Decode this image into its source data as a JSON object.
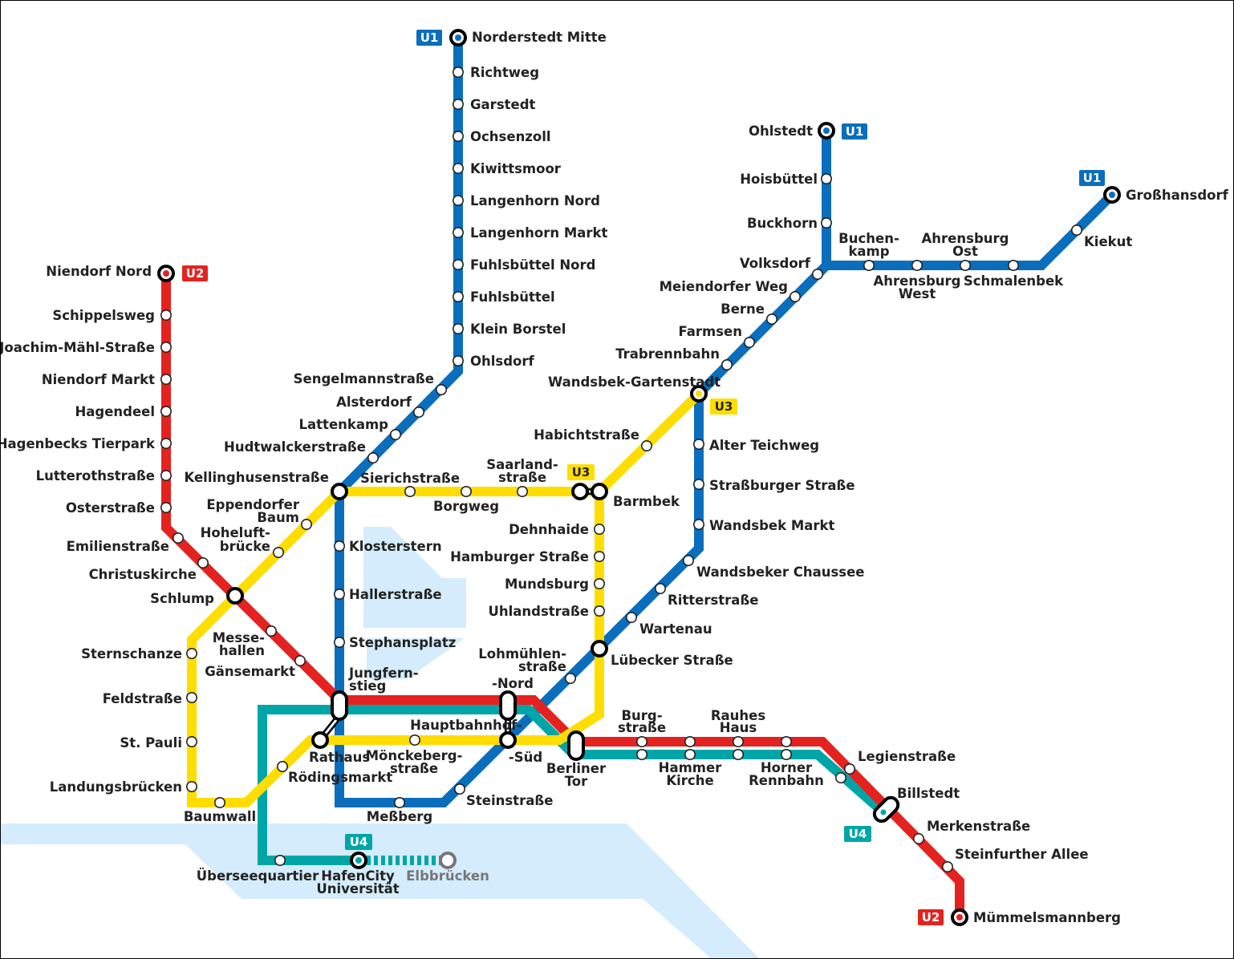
{
  "lines": {
    "u1": {
      "name": "U1",
      "color": "#0a6ebd"
    },
    "u2": {
      "name": "U2",
      "color": "#e42320"
    },
    "u3": {
      "name": "U3",
      "color": "#ffdd00"
    },
    "u4": {
      "name": "U4",
      "color": "#00a6a7"
    }
  },
  "water_color": "#d4ecfb",
  "badges": {
    "u1_norderstedt": "U1",
    "u1_ohlstedt": "U1",
    "u1_grosshansdorf": "U1",
    "u2_niendorf": "U2",
    "u2_muemmelsmannberg": "U2",
    "u3_wandsbek": "U3",
    "u3_barmbek": "U3",
    "u4_hafencity": "U4",
    "u4_billstedt": "U4"
  },
  "stations": {
    "norderstedt_mitte": "Norderstedt Mitte",
    "richtweg": "Richtweg",
    "garstedt": "Garstedt",
    "ochsenzoll": "Ochsenzoll",
    "kiwittsmoor": "Kiwittsmoor",
    "langenhorn_nord": "Langenhorn Nord",
    "langenhorn_markt": "Langenhorn Markt",
    "fuhlsbuettel_nord": "Fuhlsbüttel Nord",
    "fuhlsbuettel": "Fuhlsbüttel",
    "klein_borstel": "Klein Borstel",
    "ohlsdorf": "Ohlsdorf",
    "sengelmannstrasse": "Sengelmannstraße",
    "alsterdorf": "Alsterdorf",
    "lattenkamp": "Lattenkamp",
    "hudtwalckerstrasse": "Hudtwalckerstraße",
    "kellinghusenstrasse": "Kellinghusenstraße",
    "klosterstern": "Klosterstern",
    "hallerstrasse": "Hallerstraße",
    "stephansplatz": "Stephansplatz",
    "jungfernstieg_1": "Jungfern-",
    "jungfernstieg_2": "stieg",
    "messberg": "Meßberg",
    "steinstrasse": "Steinstraße",
    "hbf_nord": "-Nord",
    "hbf_main": "Hauptbahnhof-",
    "hbf_sued": "-Süd",
    "lohmuehlen_1": "Lohmühlen-",
    "lohmuehlen_2": "straße",
    "luebecker": "Lübecker Straße",
    "wartenau": "Wartenau",
    "ritterstrasse": "Ritterstraße",
    "wandsbeker_chaussee": "Wandsbeker Chaussee",
    "wandsbek_markt": "Wandsbek Markt",
    "strassburger": "Straßburger Straße",
    "alter_teichweg": "Alter Teichweg",
    "wandsbek_gartenstadt": "Wandsbek-Gartenstadt",
    "trabrennbahn": "Trabrennbahn",
    "farmsen": "Farmsen",
    "berne": "Berne",
    "meiendorfer_weg": "Meiendorfer Weg",
    "volksdorf": "Volksdorf",
    "ohlstedt": "Ohlstedt",
    "hoisbuettel": "Hoisbüttel",
    "buckhorn": "Buckhorn",
    "buchenkamp_1": "Buchen-",
    "buchenkamp_2": "kamp",
    "ahrensburg_west_1": "Ahrensburg",
    "ahrensburg_west_2": "West",
    "ahrensburg_ost_1": "Ahrensburg",
    "ahrensburg_ost_2": "Ost",
    "schmalenbek": "Schmalenbek",
    "kiekut": "Kiekut",
    "grosshansdorf": "Großhansdorf",
    "niendorf_nord": "Niendorf Nord",
    "schippelsweg": "Schippelsweg",
    "joachim_maehl": "Joachim-Mähl-Straße",
    "niendorf_markt": "Niendorf Markt",
    "hagendeel": "Hagendeel",
    "hagenbecks": "Hagenbecks Tierpark",
    "lutterothstrasse": "Lutterothstraße",
    "osterstrasse": "Osterstraße",
    "emilienstrasse": "Emilienstraße",
    "christuskirche": "Christuskirche",
    "schlump": "Schlump",
    "messehallen_1": "Messe-",
    "messehallen_2": "hallen",
    "gaensemarkt": "Gänsemarkt",
    "berliner_tor_1": "Berliner",
    "berliner_tor_2": "Tor",
    "burgstrasse_1": "Burg-",
    "burgstrasse_2": "straße",
    "rauhes_haus_1": "Rauhes",
    "rauhes_haus_2": "Haus",
    "hammer_kirche_1": "Hammer",
    "hammer_kirche_2": "Kirche",
    "horner_rennbahn_1": "Horner",
    "horner_rennbahn_2": "Rennbahn",
    "legienstrasse": "Legienstraße",
    "billstedt": "Billstedt",
    "merkenstrasse": "Merkenstraße",
    "steinfurther_allee": "Steinfurther Allee",
    "muemmelsmannberg": "Mümmelsmannberg",
    "sierichstrasse": "Sierichstraße",
    "borgweg": "Borgweg",
    "saarland_1": "Saarland-",
    "saarland_2": "straße",
    "barmbek": "Barmbek",
    "habichtstrasse": "Habichtstraße",
    "dehnhaide": "Dehnhaide",
    "hamburger_strasse": "Hamburger Straße",
    "mundsburg": "Mundsburg",
    "uhlandstrasse": "Uhlandstraße",
    "eppendorfer_1": "Eppendorfer",
    "eppendorfer_2": "Baum",
    "hoheluft_1": "Hoheluft-",
    "hoheluft_2": "brücke",
    "sternschanze": "Sternschanze",
    "feldstrasse": "Feldstraße",
    "st_pauli": "St. Pauli",
    "landungsbruecken": "Landungsbrücken",
    "baumwall": "Baumwall",
    "roedingsmarkt": "Rödingsmarkt",
    "rathaus": "Rathaus",
    "moenckeberg_1": "Mönckeberg-",
    "moenckeberg_2": "straße",
    "ueberseequartier": "Überseequartier",
    "hafencity_1": "HafenCity",
    "hafencity_2": "Universität",
    "elbbruecken": "Elbbrücken"
  }
}
